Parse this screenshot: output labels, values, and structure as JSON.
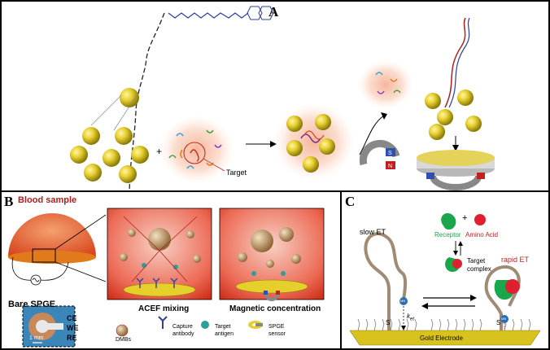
{
  "panels": {
    "a": {
      "label": "A",
      "target_label": "Target"
    },
    "b": {
      "label": "B",
      "blood_sample": "Blood sample",
      "bare_spge": "Bare SPGE",
      "ce": "CE",
      "we": "WE",
      "re": "RE",
      "scale": "1 mm",
      "acef": "ACEF mixing",
      "magconc": "Magnetic concentration",
      "legend": {
        "dmbs": "DMBs",
        "capture1": "Capture",
        "capture2": "antibody",
        "target1": "Target",
        "target2": "antigen",
        "spge1": "SPGE",
        "spge2": "sensor"
      }
    },
    "c": {
      "label": "C",
      "slow_et": "slow ET",
      "rapid_et": "rapid ET",
      "receptor": "Receptor",
      "plus": "+",
      "amino_acid": "Amino Acid",
      "target_complex1": "Target",
      "target_complex2": "complex",
      "gold_electrode": "Gold Electrode",
      "k_et": "k",
      "k_et_sub": "et",
      "s": "S",
      "mb": "MB"
    }
  },
  "colors": {
    "gold": "#d8c21e",
    "bead": "#e6cf2a",
    "pink": "#f6c9b2",
    "red_title": "#b31b1b",
    "green": "#1aa64a",
    "red": "#e02030"
  }
}
